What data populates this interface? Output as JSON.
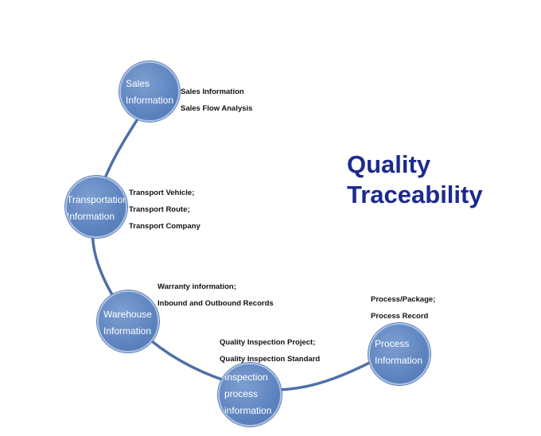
{
  "title": {
    "line1": "Quality",
    "line2": "Traceability"
  },
  "colors": {
    "node_fill": "#5e84c0",
    "node_border": "#a9c0e2",
    "arc": "#4e6fa6",
    "title": "#1c2a8e"
  },
  "nodes": [
    {
      "id": "sales",
      "lines": [
        "Sales",
        "Information"
      ],
      "details": [
        "Sales Information",
        "Sales Flow Analysis"
      ]
    },
    {
      "id": "transportation",
      "lines": [
        "Transportation",
        "Information"
      ],
      "details": [
        "Transport Vehicle;",
        "Transport Route;",
        "Transport Company"
      ]
    },
    {
      "id": "warehouse",
      "lines": [
        "Warehouse",
        "Information"
      ],
      "details": [
        "Warranty information;",
        "Inbound and Outbound Records"
      ]
    },
    {
      "id": "inspection",
      "lines": [
        "Inspection",
        "process",
        "information"
      ],
      "details": [
        "Quality Inspection Project;",
        "Quality Inspection Standard"
      ]
    },
    {
      "id": "process",
      "lines": [
        "Process",
        "Information"
      ],
      "details": [
        "Process/Package;",
        "Process Record"
      ]
    }
  ]
}
